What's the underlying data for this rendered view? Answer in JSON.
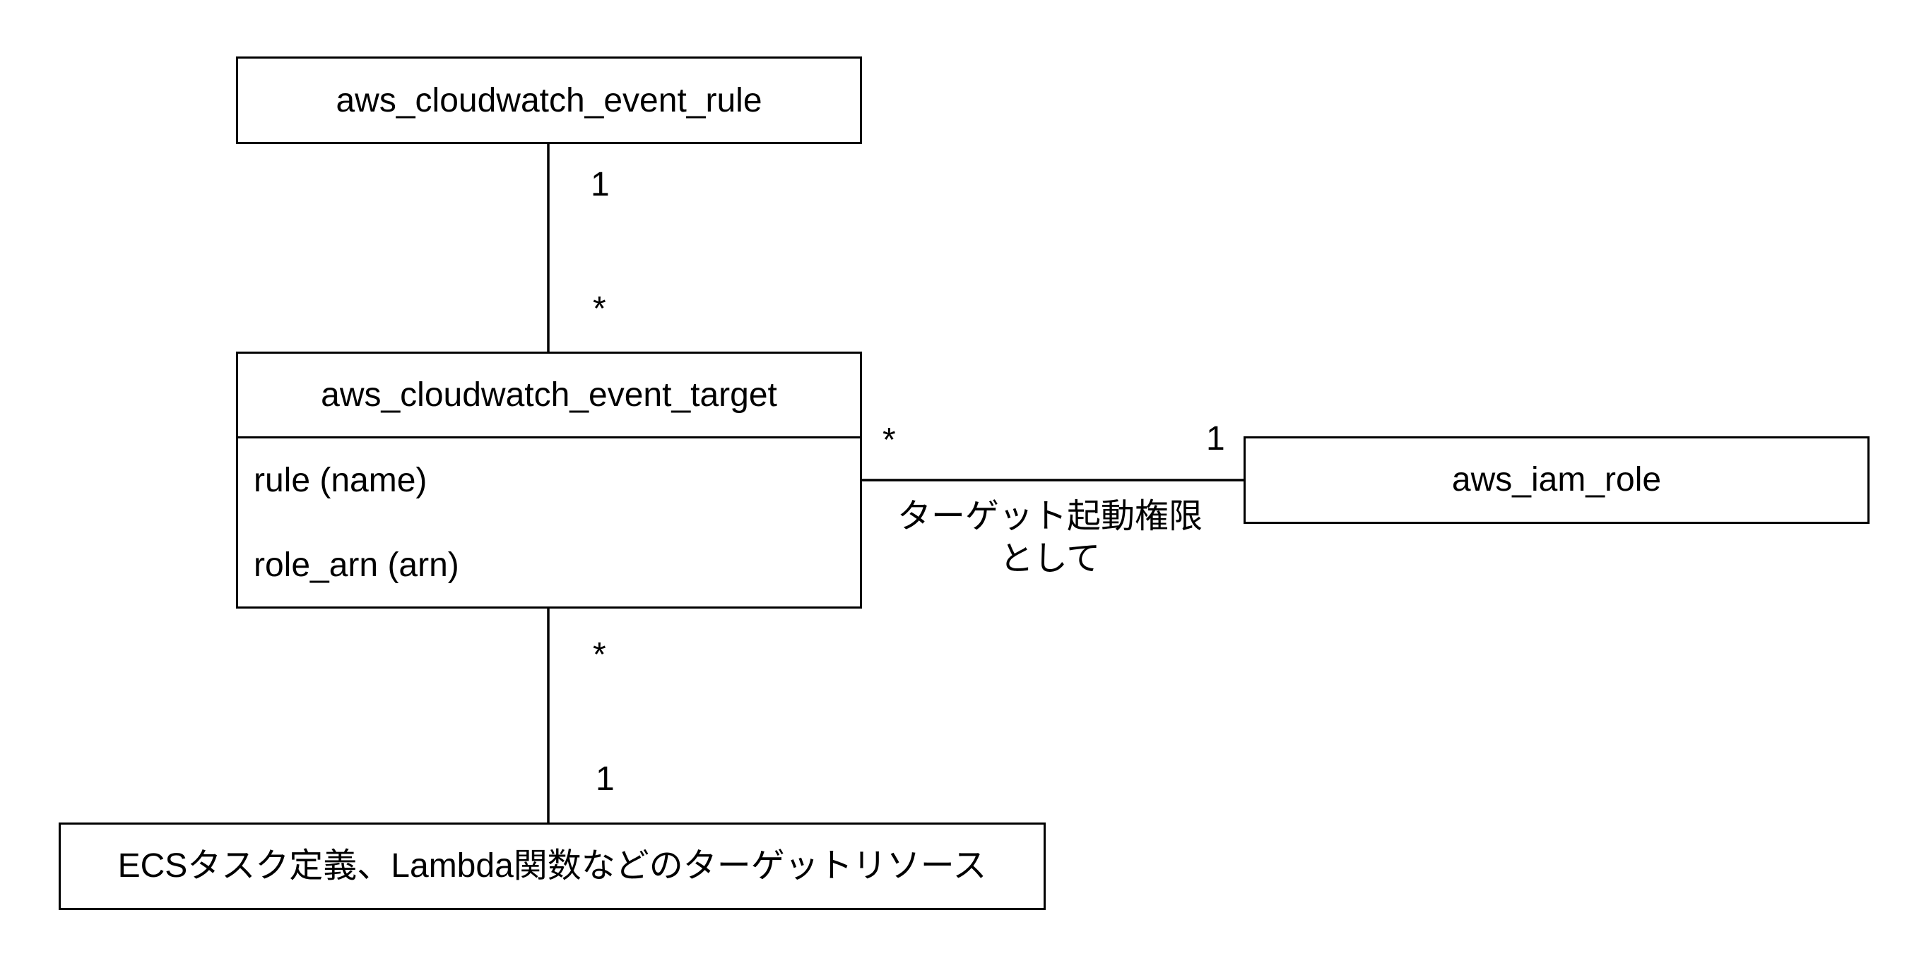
{
  "classes": {
    "rule": {
      "name": "aws_cloudwatch_event_rule"
    },
    "target": {
      "name": "aws_cloudwatch_event_target",
      "attributes": [
        "rule (name)",
        "role_arn (arn)"
      ]
    },
    "iam_role": {
      "name": "aws_iam_role"
    },
    "resource": {
      "name": "ECSタスク定義、Lambda関数などのターゲットリソース"
    }
  },
  "associations": {
    "rule_target": {
      "rule_multiplicity": "1",
      "target_multiplicity": "*"
    },
    "target_iam": {
      "target_multiplicity": "*",
      "iam_multiplicity": "1",
      "label": "ターゲット起動権限\nとして"
    },
    "target_resource": {
      "target_multiplicity": "*",
      "resource_multiplicity": "1"
    }
  },
  "style": {
    "stroke_color": "#000000",
    "background": "#ffffff"
  }
}
